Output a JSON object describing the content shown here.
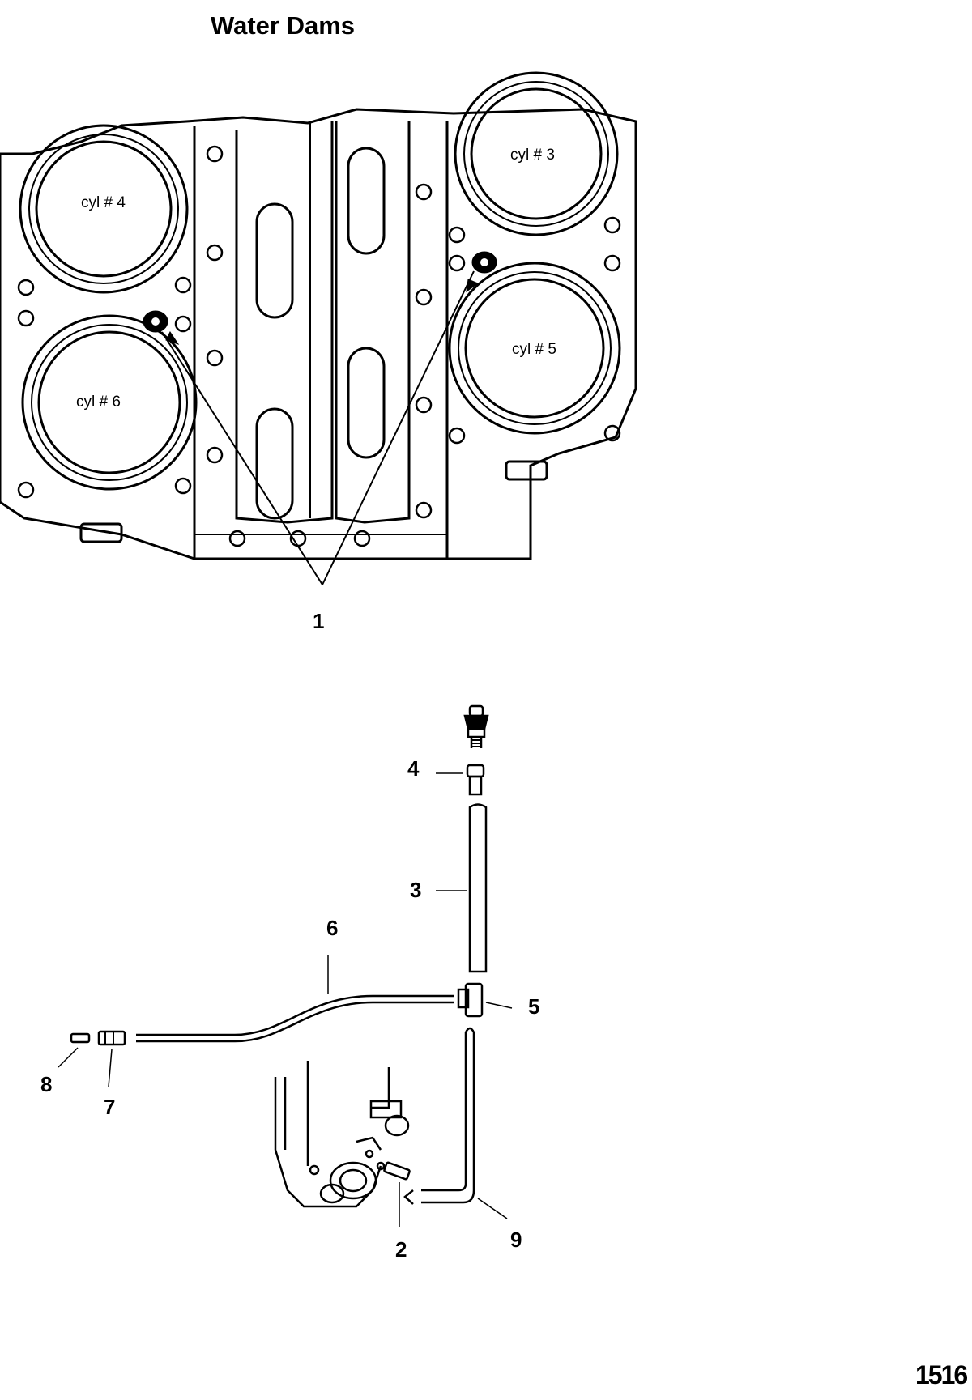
{
  "title": "Water Dams",
  "page_number": "1516",
  "cylinders": [
    "cyl # 3",
    "cyl # 4",
    "cyl # 5",
    "cyl # 6"
  ],
  "callouts": [
    "1",
    "2",
    "3",
    "4",
    "5",
    "6",
    "7",
    "8",
    "9"
  ]
}
